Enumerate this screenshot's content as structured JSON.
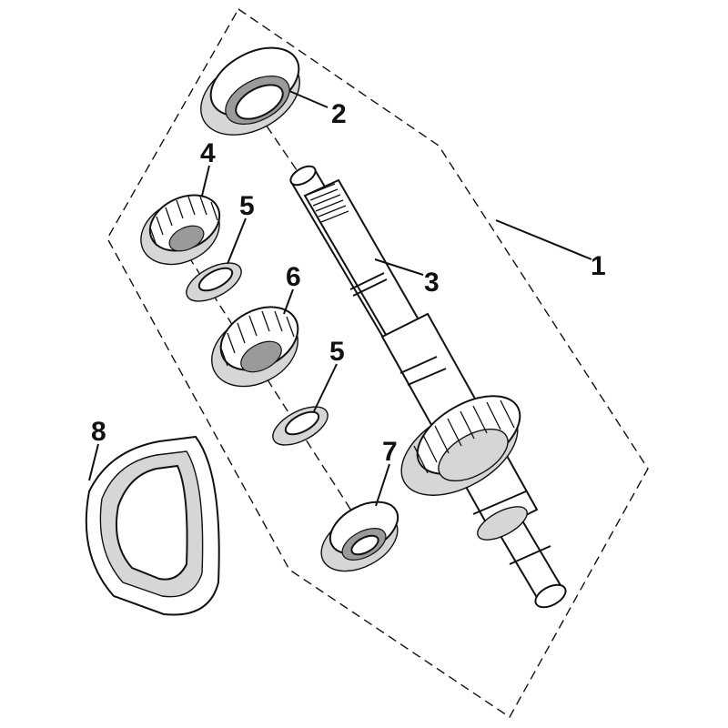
{
  "diagram": {
    "callouts": [
      {
        "id": "1",
        "text": "1"
      },
      {
        "id": "2",
        "text": "2"
      },
      {
        "id": "3",
        "text": "3"
      },
      {
        "id": "4",
        "text": "4"
      },
      {
        "id": "5a",
        "text": "5"
      },
      {
        "id": "5b",
        "text": "5"
      },
      {
        "id": "6",
        "text": "6"
      },
      {
        "id": "7",
        "text": "7"
      },
      {
        "id": "8",
        "text": "8"
      }
    ]
  }
}
